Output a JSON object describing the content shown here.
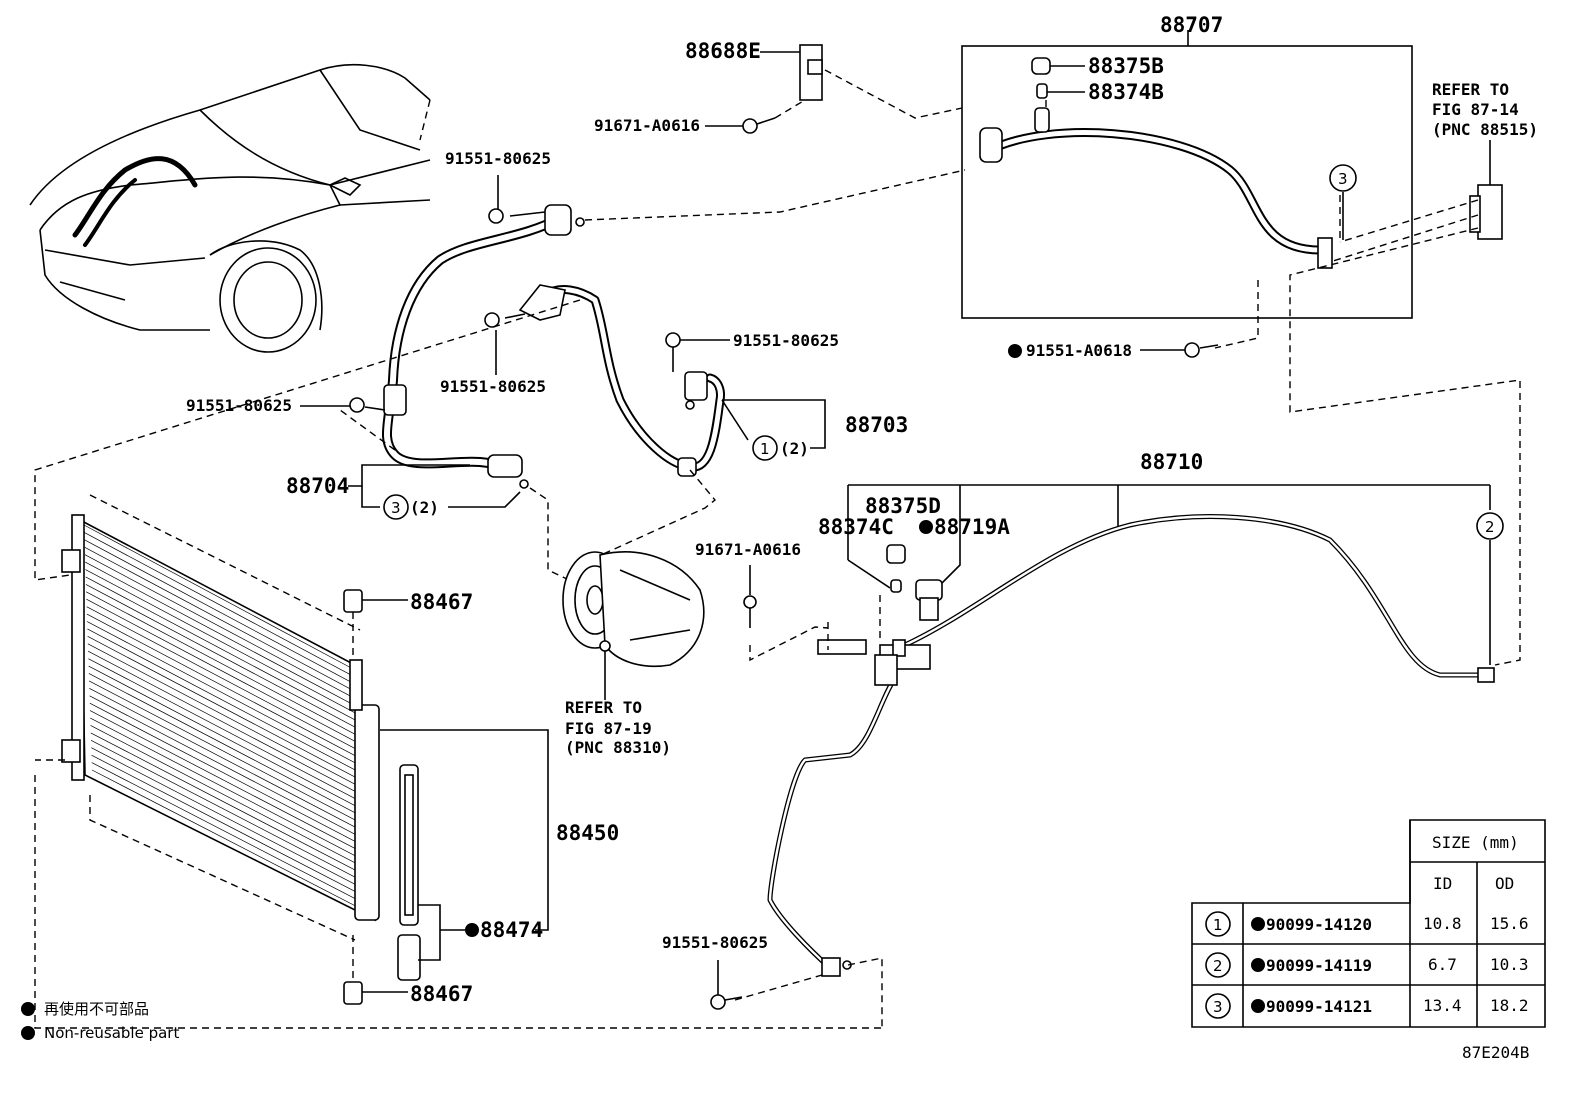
{
  "labels": {
    "p88707": "88707",
    "p88688E": "88688E",
    "p88375B": "88375B",
    "p88374B": "88374B",
    "p91671_top": "91671-A0616",
    "p91551_a": "91551-80625",
    "p91551_b": "91551-80625",
    "p91551_c": "91551-80625",
    "p91551_d": "91551-80625",
    "p91551_e": "91551-80625",
    "p91551_A0618": "91551-A0618",
    "p88703": "88703",
    "p88703_qty": "(2)",
    "p88704": "88704",
    "p88704_qty": "(2)",
    "p88710": "88710",
    "p88375D": "88375D",
    "p88374C": "88374C",
    "p88719A": "88719A",
    "p91671_mid": "91671-A0616",
    "p88467_top": "88467",
    "p88467_bot": "88467",
    "p88450": "88450",
    "p88474": "88474"
  },
  "circles": {
    "c1": "1",
    "c2": "2",
    "c3": "3",
    "c3b": "3",
    "c2b": "2",
    "c1b": "1"
  },
  "refs": {
    "right": {
      "line1": "REFER TO",
      "line2": "FIG 87-14",
      "line3": "(PNC 88515)"
    },
    "compressor": {
      "line1": "REFER TO",
      "line2": "FIG 87-19",
      "line3": "(PNC 88310)"
    }
  },
  "size_table": {
    "header": "SIZE (mm)",
    "col_id": "ID",
    "col_od": "OD",
    "rows": [
      {
        "num": "1",
        "part": "90099-14120",
        "id": "10.8",
        "od": "15.6"
      },
      {
        "num": "2",
        "part": "90099-14119",
        "id": "6.7",
        "od": "10.3"
      },
      {
        "num": "3",
        "part": "90099-14121",
        "id": "13.4",
        "od": "18.2"
      }
    ]
  },
  "legend": {
    "jp": "再使用不可部品",
    "en": "Non-reusable part"
  },
  "figure_code": "87E204B"
}
